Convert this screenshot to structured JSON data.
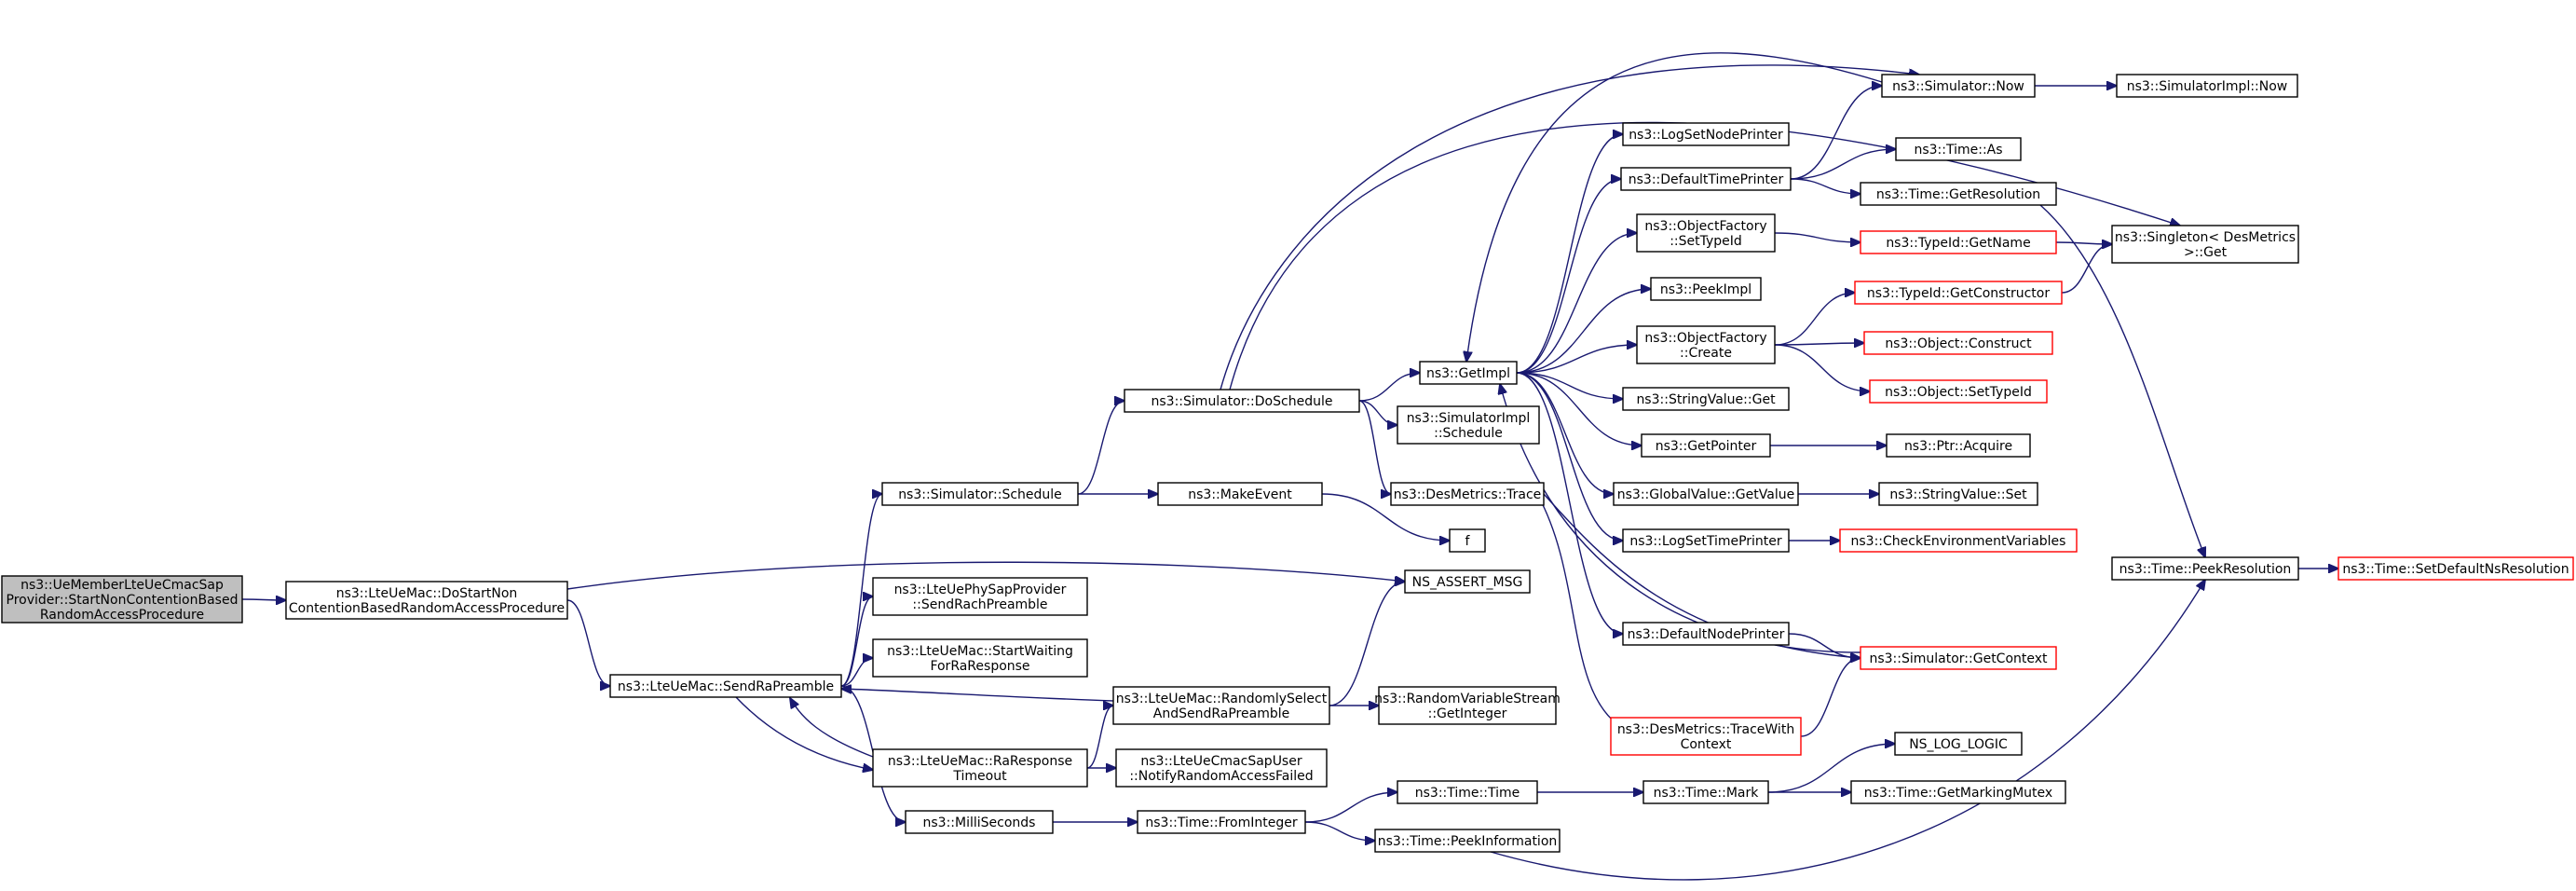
{
  "title": "",
  "nodes": [
    {
      "id": "root",
      "lines": [
        "ns3::UeMemberLteUeCmacSap",
        "Provider::StartNonContentionBased",
        "RandomAccessProcedure"
      ],
      "style": "root"
    },
    {
      "id": "doStart",
      "lines": [
        "ns3::LteUeMac::DoStartNon",
        "ContentionBasedRandomAccessProcedure"
      ]
    },
    {
      "id": "sendRa",
      "lines": [
        "ns3::LteUeMac::SendRaPreamble"
      ]
    },
    {
      "id": "simSchedule",
      "lines": [
        "ns3::Simulator::Schedule"
      ]
    },
    {
      "id": "phySend",
      "lines": [
        "ns3::LteUePhySapProvider",
        "::SendRachPreamble"
      ]
    },
    {
      "id": "startWaiting",
      "lines": [
        "ns3::LteUeMac::StartWaiting",
        "ForRaResponse"
      ]
    },
    {
      "id": "raTimeout",
      "lines": [
        "ns3::LteUeMac::RaResponse",
        "Timeout"
      ]
    },
    {
      "id": "milli",
      "lines": [
        "ns3::MilliSeconds"
      ]
    },
    {
      "id": "doSchedule",
      "lines": [
        "ns3::Simulator::DoSchedule"
      ]
    },
    {
      "id": "makeEvent",
      "lines": [
        "ns3::MakeEvent"
      ]
    },
    {
      "id": "randSel",
      "lines": [
        "ns3::LteUeMac::RandomlySelect",
        "AndSendRaPreamble"
      ]
    },
    {
      "id": "notify",
      "lines": [
        "ns3::LteUeCmacSapUser",
        "::NotifyRandomAccessFailed"
      ]
    },
    {
      "id": "fromInt",
      "lines": [
        "ns3::Time::FromInteger"
      ]
    },
    {
      "id": "getImpl",
      "lines": [
        "ns3::GetImpl"
      ]
    },
    {
      "id": "implSchedule",
      "lines": [
        "ns3::SimulatorImpl",
        "::Schedule"
      ]
    },
    {
      "id": "desTrace",
      "lines": [
        "ns3::DesMetrics::Trace"
      ]
    },
    {
      "id": "f",
      "lines": [
        "f"
      ]
    },
    {
      "id": "assert",
      "lines": [
        "NS_ASSERT_MSG"
      ]
    },
    {
      "id": "getInteger",
      "lines": [
        "ns3::RandomVariableStream",
        "::GetInteger"
      ]
    },
    {
      "id": "timeTime",
      "lines": [
        "ns3::Time::Time"
      ]
    },
    {
      "id": "peekInfo",
      "lines": [
        "ns3::Time::PeekInformation"
      ]
    },
    {
      "id": "logNodePrinter",
      "lines": [
        "ns3::LogSetNodePrinter"
      ]
    },
    {
      "id": "defTimePrinter",
      "lines": [
        "ns3::DefaultTimePrinter"
      ]
    },
    {
      "id": "ofSetTypeId",
      "lines": [
        "ns3::ObjectFactory",
        "::SetTypeId"
      ]
    },
    {
      "id": "peekImpl",
      "lines": [
        "ns3::PeekImpl"
      ]
    },
    {
      "id": "ofCreate",
      "lines": [
        "ns3::ObjectFactory",
        "::Create"
      ]
    },
    {
      "id": "svGet",
      "lines": [
        "ns3::StringValue::Get"
      ]
    },
    {
      "id": "getPointer",
      "lines": [
        "ns3::GetPointer"
      ]
    },
    {
      "id": "gvGetValue",
      "lines": [
        "ns3::GlobalValue::GetValue"
      ]
    },
    {
      "id": "logTimePrinter",
      "lines": [
        "ns3::LogSetTimePrinter"
      ]
    },
    {
      "id": "defNodePrinter",
      "lines": [
        "ns3::DefaultNodePrinter"
      ]
    },
    {
      "id": "traceWithCtx",
      "lines": [
        "ns3::DesMetrics::TraceWith",
        "Context"
      ],
      "style": "red"
    },
    {
      "id": "timeMark",
      "lines": [
        "ns3::Time::Mark"
      ]
    },
    {
      "id": "simNow",
      "lines": [
        "ns3::Simulator::Now"
      ]
    },
    {
      "id": "timeAs",
      "lines": [
        "ns3::Time::As"
      ]
    },
    {
      "id": "getRes",
      "lines": [
        "ns3::Time::GetResolution"
      ]
    },
    {
      "id": "tidGetName",
      "lines": [
        "ns3::TypeId::GetName"
      ],
      "style": "red"
    },
    {
      "id": "tidGetCtor",
      "lines": [
        "ns3::TypeId::GetConstructor"
      ],
      "style": "red"
    },
    {
      "id": "objConstruct",
      "lines": [
        "ns3::Object::Construct"
      ],
      "style": "red"
    },
    {
      "id": "objSetTypeId",
      "lines": [
        "ns3::Object::SetTypeId"
      ],
      "style": "red"
    },
    {
      "id": "ptrAcquire",
      "lines": [
        "ns3::Ptr::Acquire"
      ]
    },
    {
      "id": "svSet",
      "lines": [
        "ns3::StringValue::Set"
      ]
    },
    {
      "id": "checkEnv",
      "lines": [
        "ns3::CheckEnvironmentVariables"
      ],
      "style": "red"
    },
    {
      "id": "simGetCtx",
      "lines": [
        "ns3::Simulator::GetContext"
      ],
      "style": "red"
    },
    {
      "id": "nsLogLogic",
      "lines": [
        "NS_LOG_LOGIC"
      ]
    },
    {
      "id": "getMarkMutex",
      "lines": [
        "ns3::Time::GetMarkingMutex"
      ]
    },
    {
      "id": "implNow",
      "lines": [
        "ns3::SimulatorImpl::Now"
      ]
    },
    {
      "id": "singleton",
      "lines": [
        "ns3::Singleton< DesMetrics",
        " >::Get"
      ]
    },
    {
      "id": "peekRes",
      "lines": [
        "ns3::Time::PeekResolution"
      ]
    },
    {
      "id": "setDefRes",
      "lines": [
        "ns3::Time::SetDefaultNsResolution"
      ],
      "style": "red"
    }
  ],
  "edges": [
    [
      "root",
      "doStart"
    ],
    [
      "doStart",
      "sendRa"
    ],
    [
      "doStart",
      "assert"
    ],
    [
      "sendRa",
      "simSchedule"
    ],
    [
      "sendRa",
      "phySend"
    ],
    [
      "sendRa",
      "startWaiting"
    ],
    [
      "sendRa",
      "raTimeout"
    ],
    [
      "sendRa",
      "milli"
    ],
    [
      "raTimeout",
      "sendRa"
    ],
    [
      "raTimeout",
      "randSel"
    ],
    [
      "raTimeout",
      "notify"
    ],
    [
      "randSel",
      "sendRa"
    ],
    [
      "randSel",
      "assert"
    ],
    [
      "randSel",
      "getInteger"
    ],
    [
      "simSchedule",
      "doSchedule"
    ],
    [
      "simSchedule",
      "makeEvent"
    ],
    [
      "makeEvent",
      "f"
    ],
    [
      "doSchedule",
      "getImpl"
    ],
    [
      "doSchedule",
      "implSchedule"
    ],
    [
      "doSchedule",
      "desTrace"
    ],
    [
      "doSchedule",
      "simNow"
    ],
    [
      "doSchedule",
      "singleton"
    ],
    [
      "milli",
      "fromInt"
    ],
    [
      "fromInt",
      "timeTime"
    ],
    [
      "fromInt",
      "peekInfo"
    ],
    [
      "timeTime",
      "timeMark"
    ],
    [
      "timeMark",
      "nsLogLogic"
    ],
    [
      "timeMark",
      "getMarkMutex"
    ],
    [
      "peekInfo",
      "peekRes"
    ],
    [
      "getImpl",
      "logNodePrinter"
    ],
    [
      "getImpl",
      "defTimePrinter"
    ],
    [
      "getImpl",
      "ofSetTypeId"
    ],
    [
      "getImpl",
      "peekImpl"
    ],
    [
      "getImpl",
      "ofCreate"
    ],
    [
      "getImpl",
      "svGet"
    ],
    [
      "getImpl",
      "getPointer"
    ],
    [
      "getImpl",
      "gvGetValue"
    ],
    [
      "getImpl",
      "logTimePrinter"
    ],
    [
      "getImpl",
      "defNodePrinter"
    ],
    [
      "simNow",
      "getImpl"
    ],
    [
      "simGetCtx",
      "getImpl"
    ],
    [
      "simNow",
      "implNow"
    ],
    [
      "defTimePrinter",
      "simNow"
    ],
    [
      "defTimePrinter",
      "timeAs"
    ],
    [
      "defTimePrinter",
      "getRes"
    ],
    [
      "getRes",
      "peekRes"
    ],
    [
      "peekRes",
      "setDefRes"
    ],
    [
      "ofSetTypeId",
      "tidGetName"
    ],
    [
      "tidGetName",
      "singleton"
    ],
    [
      "ofCreate",
      "tidGetCtor"
    ],
    [
      "ofCreate",
      "objConstruct"
    ],
    [
      "ofCreate",
      "objSetTypeId"
    ],
    [
      "tidGetCtor",
      "singleton"
    ],
    [
      "getPointer",
      "ptrAcquire"
    ],
    [
      "gvGetValue",
      "svSet"
    ],
    [
      "logTimePrinter",
      "checkEnv"
    ],
    [
      "defNodePrinter",
      "simGetCtx"
    ],
    [
      "desTrace",
      "traceWithCtx"
    ],
    [
      "desTrace",
      "simGetCtx"
    ],
    [
      "traceWithCtx",
      "simGetCtx"
    ]
  ]
}
